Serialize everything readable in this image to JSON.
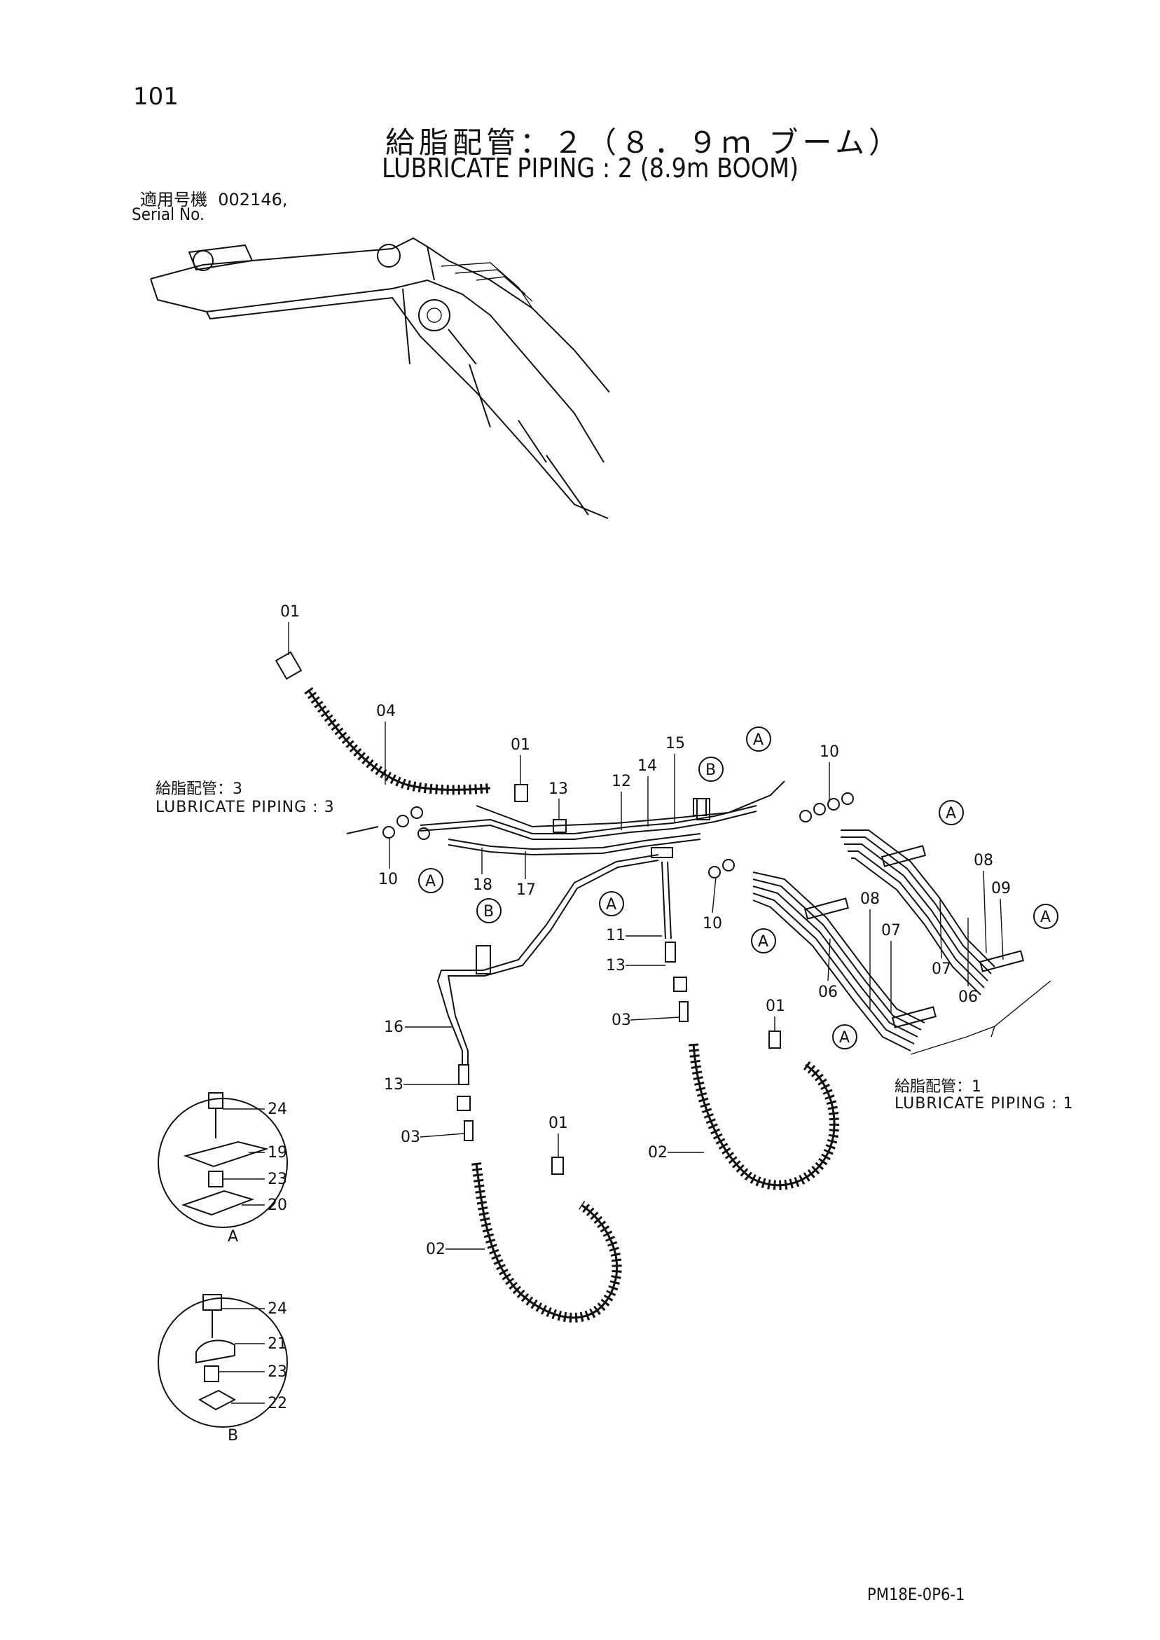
{
  "page_number": "101",
  "title_jp": "給脂配管：２（８．９ｍ ブーム）",
  "title_en": "LUBRICATE PIPING : 2 (8.9m BOOM)",
  "serial_label_jp": "適用号機",
  "serial_value": "002146,",
  "serial_label_en": "Serial No.",
  "ref_piping_3": {
    "jp": "給脂配管：3",
    "en": "LUBRICATE PIPING : 3"
  },
  "ref_piping_1": {
    "jp": "給脂配管：1",
    "en": "LUBRICATE PIPING : 1"
  },
  "part_numbers": [
    "01",
    "02",
    "03",
    "04",
    "06",
    "07",
    "08",
    "09",
    "10",
    "11",
    "12",
    "13",
    "14",
    "15",
    "16",
    "17",
    "18",
    "19",
    "20",
    "21",
    "22",
    "23",
    "24"
  ],
  "detail_views": [
    {
      "name": "A",
      "parts": [
        "24",
        "19",
        "23",
        "20"
      ]
    },
    {
      "name": "B",
      "parts": [
        "24",
        "21",
        "23",
        "22"
      ]
    }
  ],
  "callout_letters": [
    "A",
    "B"
  ],
  "document_code": "PM18E-0P6-1"
}
